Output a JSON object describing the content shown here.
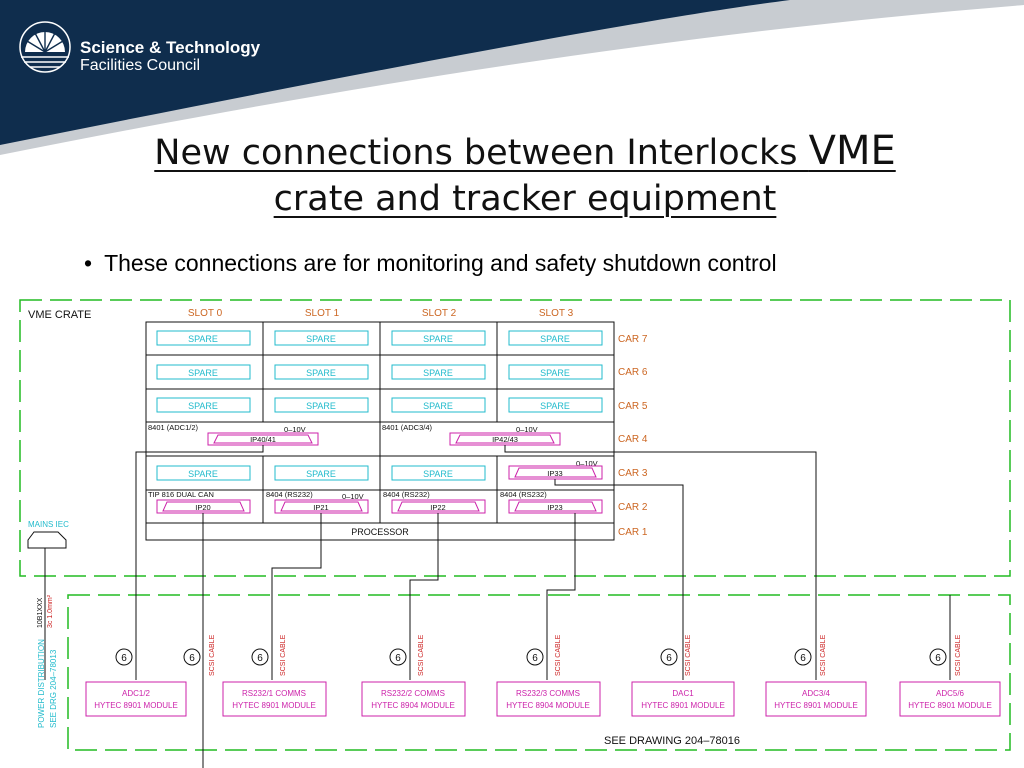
{
  "header": {
    "logo_line1": "Science & Technology",
    "logo_line2": "Facilities Council",
    "colors": {
      "banner": "#0f2d4d",
      "swoosh": "#c8ccd1"
    }
  },
  "slide": {
    "title_part1": "New connections between Interlocks ",
    "title_part2": "VME",
    "title_part3": "crate and tracker equipment",
    "bullet": "These connections are for monitoring and safety shutdown control"
  },
  "diagram": {
    "crate_label": "VME CRATE",
    "slots": [
      "SLOT 0",
      "SLOT 1",
      "SLOT 2",
      "SLOT 3"
    ],
    "cars": [
      "CAR 7",
      "CAR 6",
      "CAR 5",
      "CAR 4",
      "CAR 3",
      "CAR 2",
      "CAR 1"
    ],
    "spare_label": "SPARE",
    "car4_left_label": "8401 (ADC1/2)",
    "car4_right_label": "8401 (ADC3/4)",
    "car4_left_volt": "0–10V",
    "car4_right_volt": "0–10V",
    "car4_left_connector": "IP40/41",
    "car4_right_connector": "IP42/43",
    "car3_volt": "0–10V",
    "car3_connector": "IP33",
    "car2_modules": [
      "TIP 816 DUAL CAN",
      "8404 (RS232)",
      "8404 (RS232)",
      "8404 (RS232)"
    ],
    "car2_volt": "0–10V",
    "car2_connectors": [
      "IP20",
      "IP21",
      "IP22",
      "IP23"
    ],
    "processor_label": "PROCESSOR",
    "mains_label": "MAINS IEC",
    "power_cable_label": "10B1XXX",
    "power_cable_sub": "3c 1.0mm²",
    "power_dist_label": "POWER DISTRIBUTION",
    "power_dist_ref": "SEE DRG 204–78013",
    "cable_number": "6",
    "cable_label": "SCSI CABLE",
    "bottom_modules": [
      {
        "line1": "ADC1/2",
        "line2": "HYTEC 8901 MODULE"
      },
      {
        "line1": "RS232/1 COMMS",
        "line2": "HYTEC 8901 MODULE"
      },
      {
        "line1": "RS232/2 COMMS",
        "line2": "HYTEC 8904 MODULE"
      },
      {
        "line1": "RS232/3 COMMS",
        "line2": "HYTEC 8904 MODULE"
      },
      {
        "line1": "DAC1",
        "line2": "HYTEC 8901 MODULE"
      },
      {
        "line1": "ADC3/4",
        "line2": "HYTEC 8901 MODULE"
      },
      {
        "line1": "ADC5/6",
        "line2": "HYTEC 8901 MODULE"
      }
    ],
    "see_drawing": "SEE DRAWING 204–78016",
    "colors": {
      "dashed": "#22bb22",
      "spare": "#22bbcc",
      "connector": "#cc22aa",
      "module": "#cc22aa",
      "cable": "#cc2222",
      "ink": "#111111",
      "label": "#cc6622"
    }
  }
}
